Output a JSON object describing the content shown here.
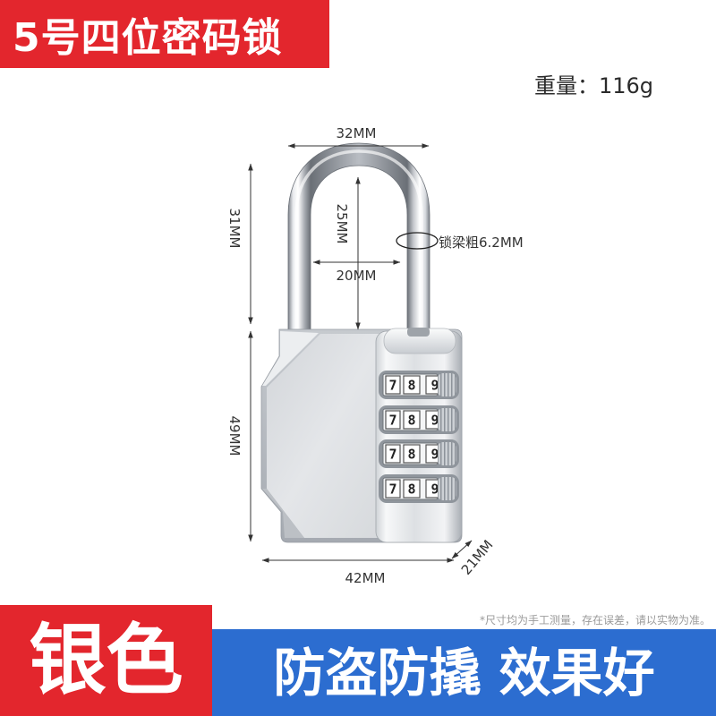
{
  "title": "5号四位密码锁",
  "weight": {
    "label": "重量：",
    "value": "116g"
  },
  "dimensions": {
    "shackle_width": "32MM",
    "shackle_height": "31MM",
    "shackle_inner_height": "25MM",
    "shackle_inner_width": "20MM",
    "shackle_thickness": "锁梁粗6.2MM",
    "body_height": "49MM",
    "body_width": "42MM",
    "body_depth": "21MM"
  },
  "lock": {
    "wheels": [
      {
        "digits": [
          "7",
          "8",
          "9"
        ]
      },
      {
        "digits": [
          "7",
          "8",
          "9"
        ]
      },
      {
        "digits": [
          "7",
          "8",
          "9"
        ]
      },
      {
        "digits": [
          "7",
          "8",
          "9"
        ]
      }
    ]
  },
  "note": "*尺寸均为手工测量，存在误差，请以实物为准。",
  "color_badge": "银色",
  "slogan": "防盗防撬 效果好",
  "colors": {
    "banner_red": "#e3262d",
    "slogan_blue": "#2c6dd0",
    "lock_silver": "#c9ccd1"
  }
}
